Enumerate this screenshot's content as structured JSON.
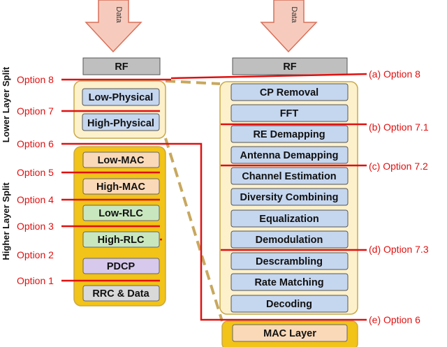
{
  "arrows": {
    "left_label": "Data",
    "right_label": "Data"
  },
  "side_labels": {
    "lower": "Lower Layer Split",
    "higher": "Higher Layer Split"
  },
  "left_stack": {
    "rf": "RF",
    "low_physical": "Low-Physical",
    "high_physical": "High-Physical",
    "low_mac": "Low-MAC",
    "high_mac": "High-MAC",
    "low_rlc": "Low-RLC",
    "high_rlc": "High-RLC",
    "pdcp": "PDCP",
    "rrc": "RRC & Data"
  },
  "left_options": {
    "o8": "Option 8",
    "o7": "Option 7",
    "o6": "Option 6",
    "o5": "Option 5",
    "o4": "Option 4",
    "o3": "Option 3",
    "o2": "Option 2",
    "o1": "Option 1"
  },
  "right_stack": {
    "rf": "RF",
    "cp_removal": "CP Removal",
    "fft": "FFT",
    "re_demapping": "RE Demapping",
    "antenna_demapping": "Antenna Demapping",
    "channel_estimation": "Channel Estimation",
    "diversity_combining": "Diversity Combining",
    "equalization": "Equalization",
    "demodulation": "Demodulation",
    "descrambling": "Descrambling",
    "rate_matching": "Rate Matching",
    "decoding": "Decoding",
    "mac_layer": "MAC Layer"
  },
  "right_options": {
    "a": "(a) Option 8",
    "b": "(b) Option 7.1",
    "c": "(c) Option 7.2",
    "d": "(d) Option 7.3",
    "e": "(e) Option 6"
  },
  "colors": {
    "split_line": "#e01010",
    "phy_container": "#fdf1cc",
    "mac_container": "#f2c318",
    "container_border": "#c9a94a",
    "rf_block": "#bfbfbf",
    "phy_block": "#c5d6ef",
    "mac_block": "#f9d9b8",
    "rlc_block": "#c9e7bf",
    "pdcp_block": "#d7c9ec",
    "rrc_block": "#d9d9d9",
    "arrow_fill": "#f6cbbd",
    "arrow_stroke": "#d9705a"
  }
}
